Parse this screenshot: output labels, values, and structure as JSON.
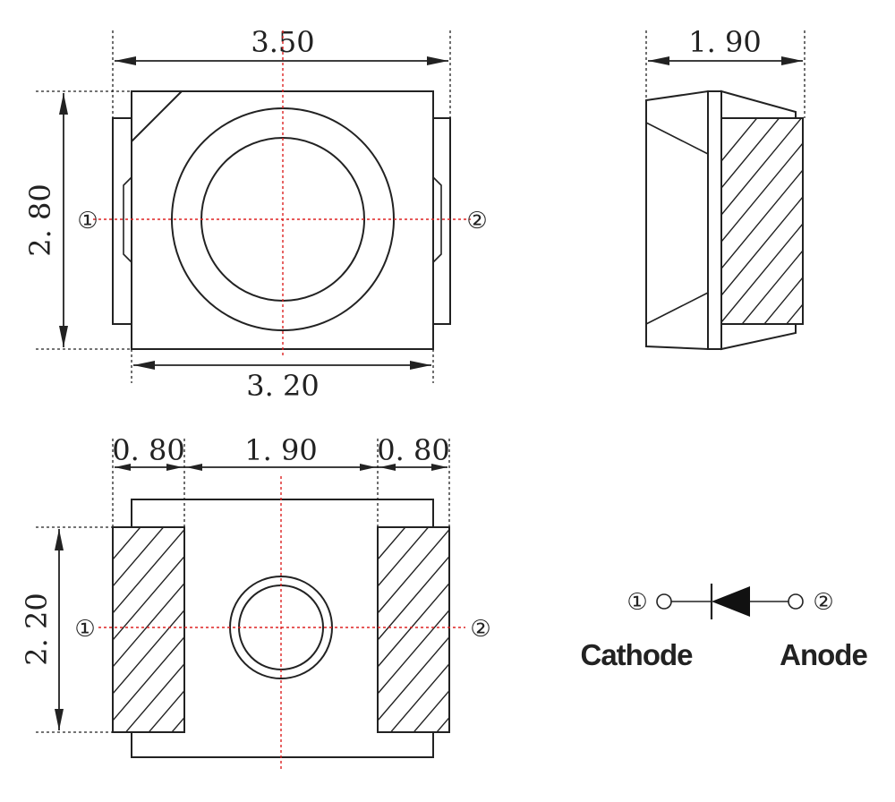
{
  "dimensions": {
    "top_width": "3.50",
    "top_height": "2. 80",
    "top_body_width": "3. 20",
    "side_width": "1. 90",
    "bottom_pad_left": "0. 80",
    "bottom_gap": "1. 90",
    "bottom_pad_right": "0. 80",
    "bottom_height": "2. 20"
  },
  "pins": {
    "pin1_symbol": "①",
    "pin2_symbol": "②"
  },
  "schematic": {
    "pin1_symbol": "①",
    "pin2_symbol": "②",
    "cathode_label": "Cathode",
    "anode_label": "Anode"
  },
  "colors": {
    "line": "#222222",
    "centerline": "#dd2222"
  }
}
